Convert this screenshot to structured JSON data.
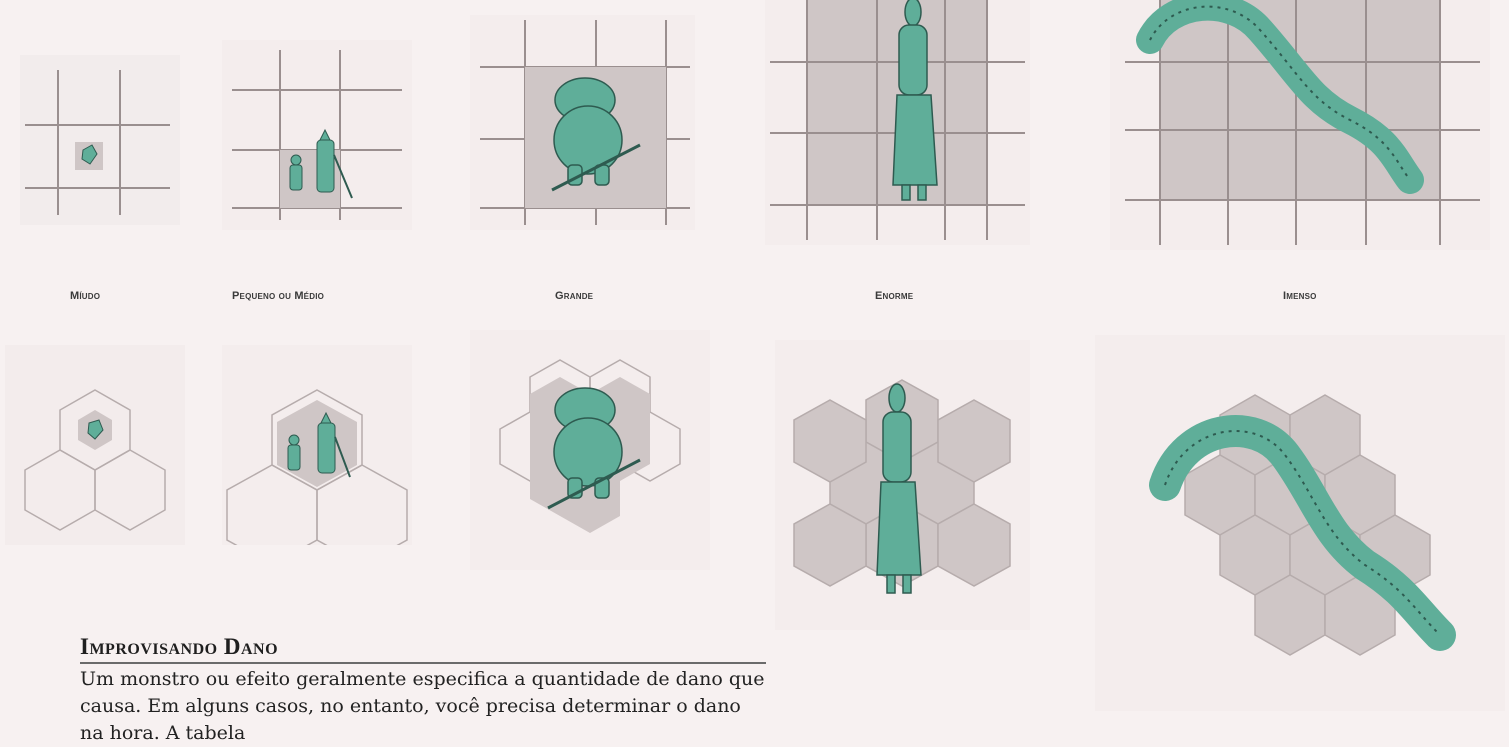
{
  "size_labels": {
    "tiny": "Míudo",
    "small_medium": "Pequeno ou Médio",
    "large": "Grande",
    "huge": "Enorme",
    "gargantuan": "Imenso"
  },
  "section": {
    "heading": "Improvisando Dano",
    "body": "Um monstro ou efeito geralmente especifica a quantidade de dano que causa. Em alguns casos, no entanto, você precisa determinar o dano na hora. A tabela"
  },
  "colors": {
    "background": "#f7f1f1",
    "grid_line": "#9a8f8f",
    "occupied_tile": "#cfc6c6",
    "creature": "#5fae99"
  },
  "icons": {
    "tiny": "tiny-creature-icon",
    "small": "kobold-icon",
    "medium": "adventurer-icon",
    "large": "ogre-icon",
    "huge": "giant-icon",
    "gargantuan": "serpent-icon"
  }
}
